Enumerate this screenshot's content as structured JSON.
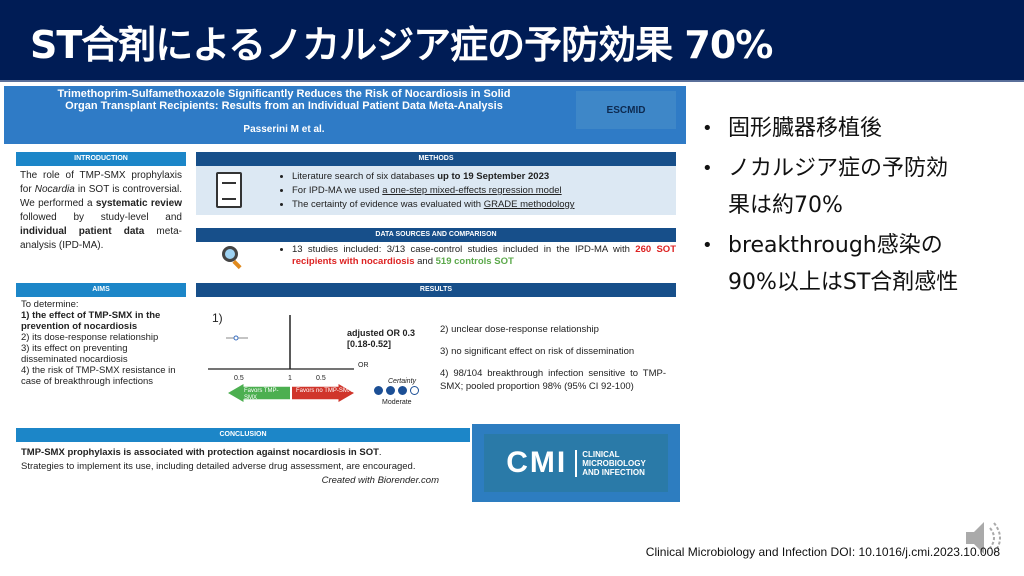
{
  "slide": {
    "title": "ST合剤によるノカルジア症の予防効果 70%",
    "bullets": [
      {
        "lines": [
          "固形臓器移植後"
        ]
      },
      {
        "lines": [
          "ノカルジア症の予防効",
          "果は約70%"
        ]
      },
      {
        "lines": [
          "breakthrough感染の",
          "90%以上はST合剤感性"
        ]
      }
    ],
    "citation": "Clinical Microbiology and Infection DOI: 10.1016/j.cmi.2023.10.008",
    "audio_icon": "speaker-icon"
  },
  "poster": {
    "title_line1": "Trimethoprim-Sulfamethoxazole Significantly Reduces the Risk of Nocardiosis in Solid",
    "title_line2": "Organ Transplant Recipients: Results from an Individual Patient Data Meta-Analysis",
    "authors": "Passerini M et al.",
    "escmid": "ESCMID",
    "intro": {
      "header": "INTRODUCTION",
      "t1": "The role of TMP-SMX prophylaxis for ",
      "t2": "Nocardia",
      "t3": " in SOT is controversial. We performed a ",
      "t4": "systematic review",
      "t5": " followed by study-level and ",
      "t6": "individual patient data",
      "t7": " meta-analysis (IPD-MA)."
    },
    "methods": {
      "header": "METHODS",
      "b1a": "Literature search of six databases ",
      "b1b": "up to 19 September 2023",
      "b2a": "For IPD-MA we used ",
      "b2b": "a one-step mixed-effects regression model",
      "b3a": "The certainty of evidence was evaluated with ",
      "b3b": "GRADE methodology"
    },
    "data": {
      "header": "DATA SOURCES AND COMPARISON",
      "a": "13 studies included: 3/13 case-control studies included in the IPD-MA with ",
      "b": "260 SOT recipients with nocardiosis",
      "c": " and ",
      "d": "519 controls SOT"
    },
    "aims": {
      "header": "AIMS",
      "l0": "To determine:",
      "l1": "1) the effect of TMP-SMX in the prevention of nocardiosis",
      "l2": "2) its dose-response relationship",
      "l3": "3) its effect on preventing disseminated nocardiosis",
      "l4": "4) the risk of TMP-SMX resistance in case of breakthrough infections"
    },
    "results": {
      "header": "RESULTS",
      "num": "1)",
      "or_label": "adjusted OR 0.3",
      "or_ci": "[0.18-0.52]",
      "axis": "OR",
      "ticks": [
        "0.5",
        "1",
        "0.5"
      ],
      "favors_left": "Favors TMP-SMX",
      "favors_right": "Favors no TMP-SMX",
      "certainty": "Certainty",
      "certainty_level": "Moderate",
      "certainty_score": 3,
      "certainty_max": 4,
      "r2": "2) unclear dose-response relationship",
      "r3": "3) no significant effect on risk of dissemination",
      "r4": "4) 98/104 breakthrough infection sensitive to TMP-SMX; pooled proportion 98% (95% CI 92-100)"
    },
    "conclusion": {
      "header": "CONCLUSION",
      "bold": "TMP-SMX prophylaxis is associated with protection against nocardiosis in SOT",
      "after": ".",
      "text": "Strategies to implement its use, including detailed adverse drug assessment, are encouraged.",
      "credit": "Created with Biorender.com"
    },
    "cmi": {
      "big": "CMI",
      "l1": "CLINICAL",
      "l2": "MICROBIOLOGY",
      "l3": "AND INFECTION"
    }
  }
}
